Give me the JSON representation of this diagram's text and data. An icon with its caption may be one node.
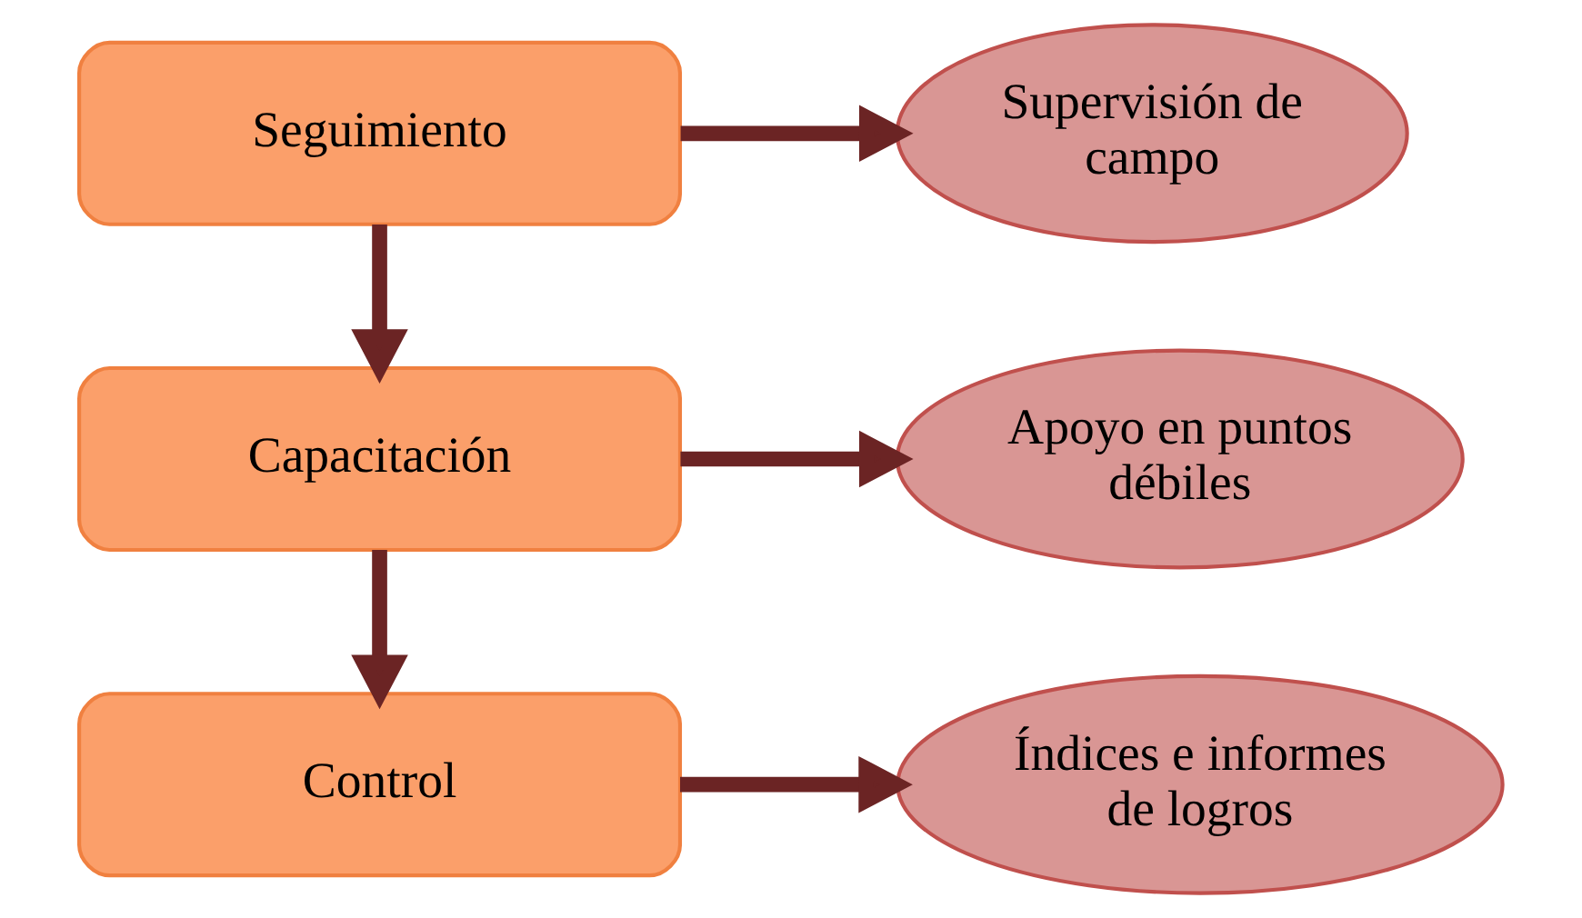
{
  "diagram": {
    "nodes": [
      {
        "text": [
          "Seguimiento"
        ]
      },
      {
        "text": [
          "Capacitación"
        ]
      },
      {
        "text": [
          "Control"
        ]
      },
      {
        "text": [
          "Supervisión de campo"
        ]
      },
      {
        "text": [
          "Apoyo en puntos débiles"
        ]
      },
      {
        "text": [
          "Índices e informes de logros"
        ]
      }
    ],
    "edges": [
      {
        "from": 0,
        "to": 1,
        "arrow": "to"
      },
      {
        "from": 1,
        "to": 2,
        "arrow": "to"
      },
      {
        "from": 0,
        "to": 3,
        "arrow": "to"
      },
      {
        "from": 1,
        "to": 4,
        "arrow": "to"
      },
      {
        "from": 2,
        "to": 5,
        "arrow": "to"
      }
    ]
  }
}
